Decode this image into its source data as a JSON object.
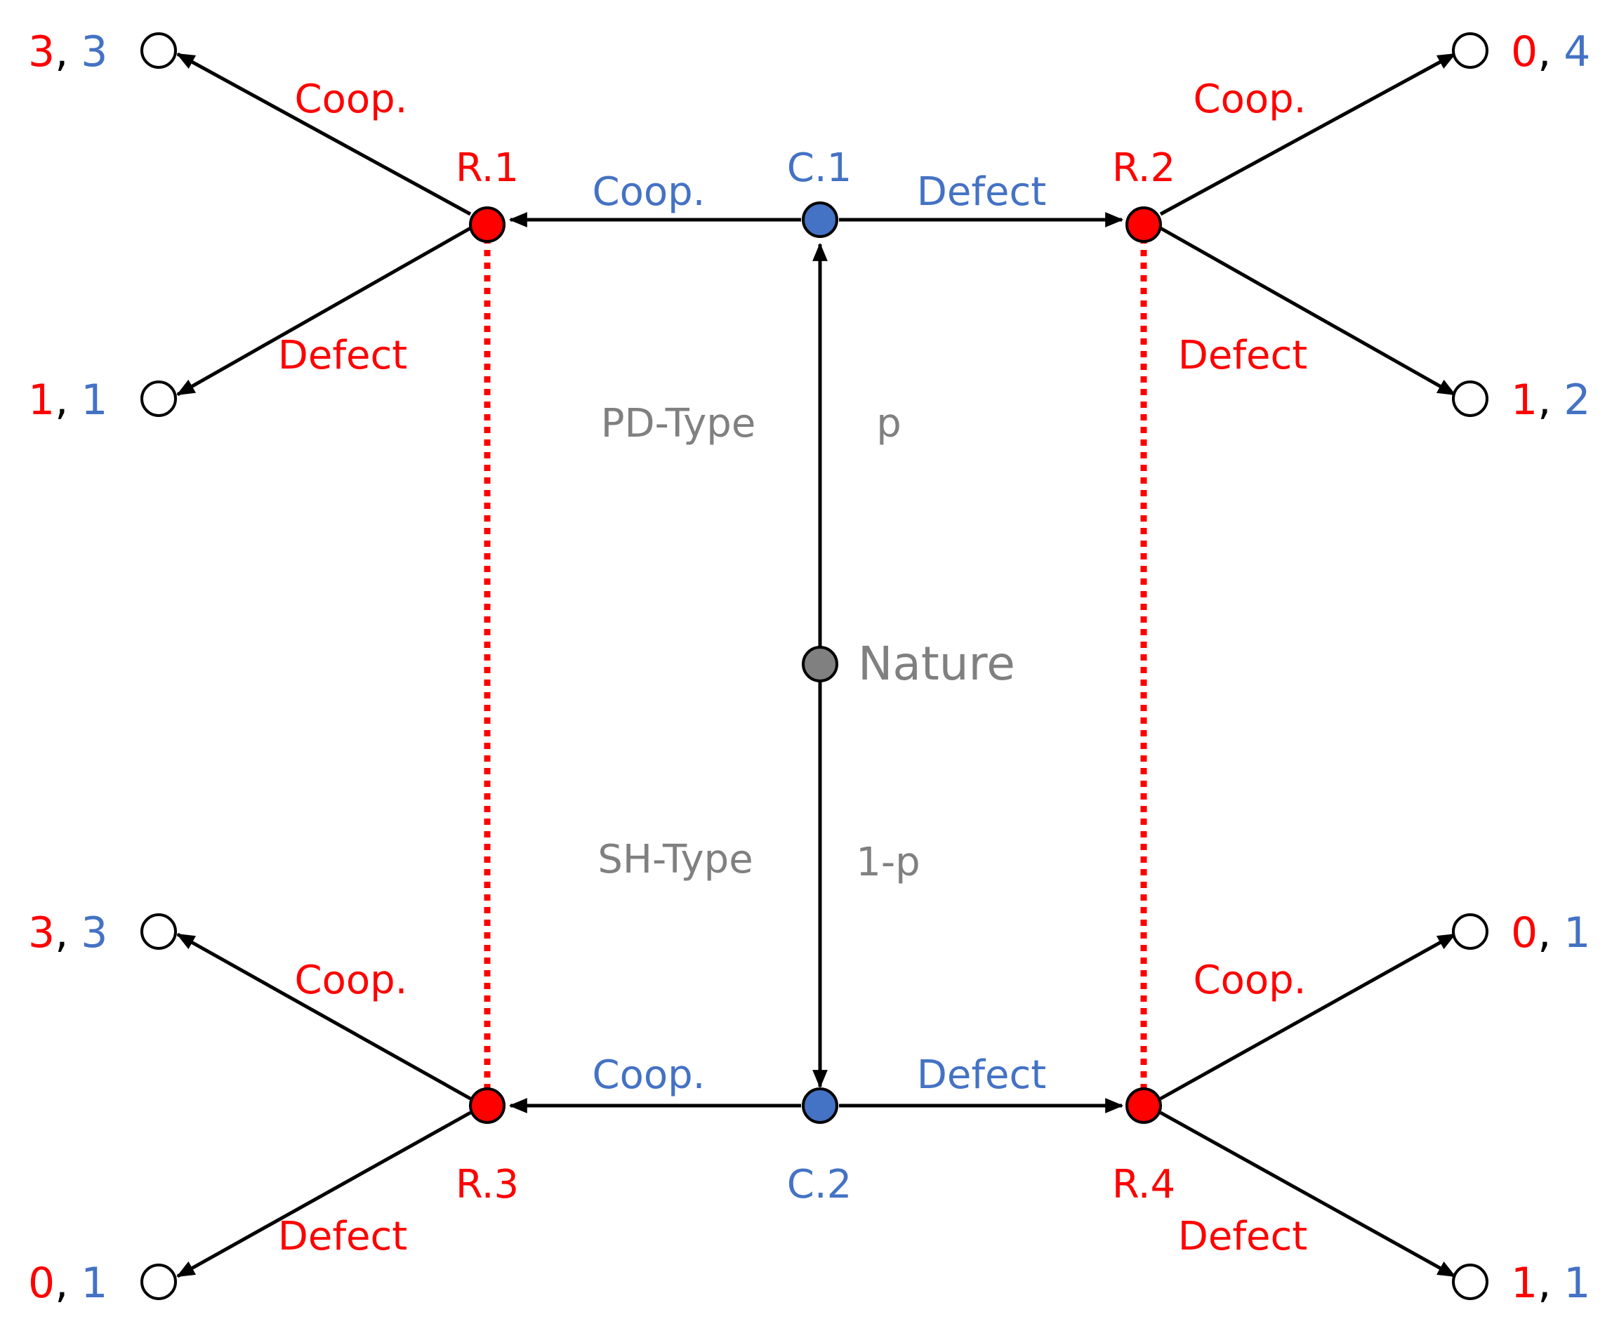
{
  "colors": {
    "row_player": "#ff0000",
    "column_player": "#4472c4",
    "nature": "#808080",
    "edge": "#000000",
    "terminal_fill": "#ffffff",
    "label_gray": "#808080"
  },
  "nature": {
    "label": "Nature"
  },
  "types": {
    "pd": {
      "label": "PD-Type",
      "prob": "p"
    },
    "sh": {
      "label": "SH-Type",
      "prob": "1-p"
    }
  },
  "column_nodes": {
    "c1": {
      "label": "C.1",
      "coop": "Coop.",
      "defect": "Defect"
    },
    "c2": {
      "label": "C.2",
      "coop": "Coop.",
      "defect": "Defect"
    }
  },
  "row_nodes": {
    "r1": {
      "label": "R.1",
      "coop": "Coop.",
      "defect": "Defect"
    },
    "r2": {
      "label": "R.2",
      "coop": "Coop.",
      "defect": "Defect"
    },
    "r3": {
      "label": "R.3",
      "coop": "Coop.",
      "defect": "Defect"
    },
    "r4": {
      "label": "R.4",
      "coop": "Coop.",
      "defect": "Defect"
    }
  },
  "payoffs": {
    "r1_coop": {
      "row": "3",
      "sep": ",",
      "col": "3"
    },
    "r1_defect": {
      "row": "1",
      "sep": ",",
      "col": "1"
    },
    "r2_coop": {
      "row": "0",
      "sep": ",",
      "col": "4"
    },
    "r2_defect": {
      "row": "1",
      "sep": ",",
      "col": "2"
    },
    "r3_coop": {
      "row": "3",
      "sep": ",",
      "col": "3"
    },
    "r3_defect": {
      "row": "0",
      "sep": ",",
      "col": "1"
    },
    "r4_coop": {
      "row": "0",
      "sep": ",",
      "col": "1"
    },
    "r4_defect": {
      "row": "1",
      "sep": ",",
      "col": "1"
    }
  }
}
